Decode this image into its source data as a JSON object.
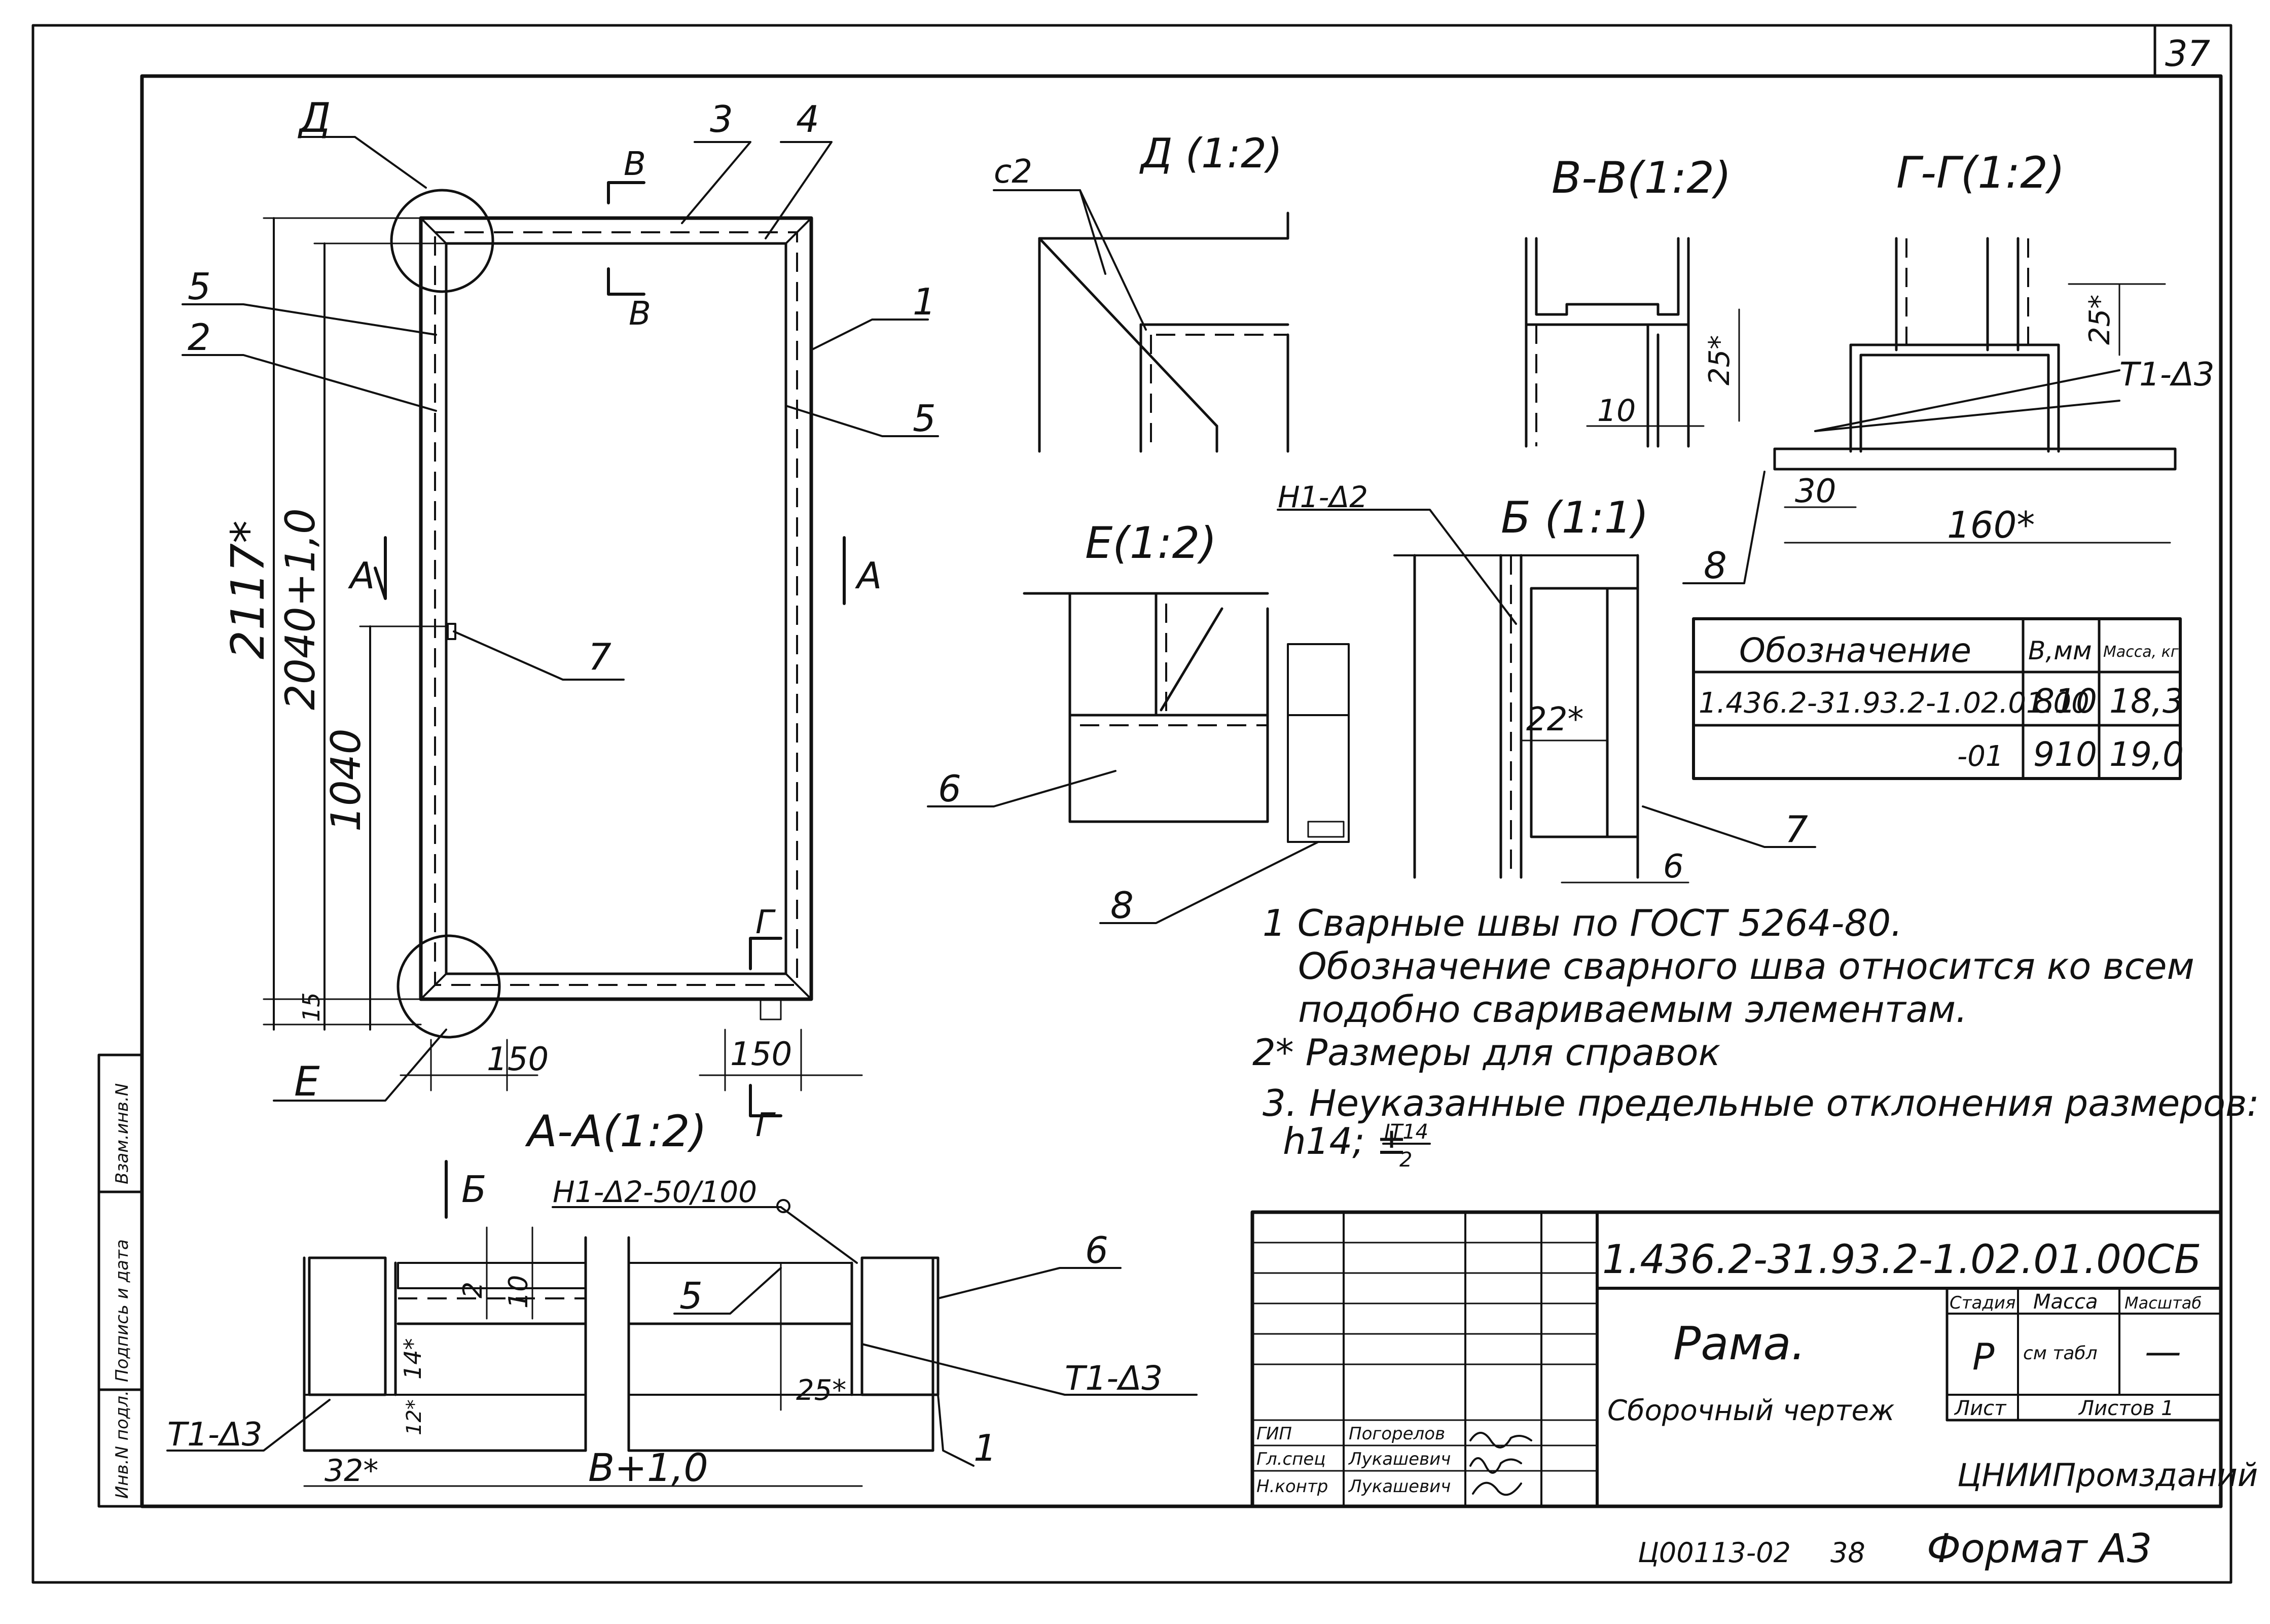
{
  "sheet_number": "37",
  "side_stamp": [
    "Инв.N подл.",
    "Подпись и дата",
    "Взам.инв.N"
  ],
  "main_view": {
    "labels": {
      "circle_top": "Д",
      "circle_bottom": "Е",
      "section_b_top": "В",
      "section_b_bottom": "В",
      "section_a_left": "А",
      "section_a_right": "А",
      "section_g_top": "Г",
      "section_g_bottom": "Г",
      "pos1": "1",
      "pos2": "2",
      "pos3": "3",
      "pos4": "4",
      "pos5a": "5",
      "pos5b": "5",
      "pos7": "7"
    },
    "dims": {
      "overall_height": "2117*",
      "inner_height": "2040+1,0",
      "mid_height": "1040",
      "foot": "15",
      "left_150": "150",
      "right_150": "150"
    }
  },
  "detail_d": {
    "title": "Д (1:2)",
    "weld": "c2"
  },
  "detail_vv": {
    "title": "В-В(1:2)",
    "dim_25": "25*",
    "dim_10": "10"
  },
  "detail_gg": {
    "title": "Г-Г(1:2)",
    "weld": "Т1-Δ3",
    "dim_25": "25*",
    "dim_30": "30",
    "dim_160": "160*",
    "pos8": "8"
  },
  "detail_e": {
    "title": "Е(1:2)",
    "pos6": "6",
    "pos8": "8"
  },
  "detail_b": {
    "title": "Б (1:1)",
    "weld": "Н1-Δ2",
    "dim_22": "22*",
    "dim_6": "6",
    "pos7": "7"
  },
  "section_aa": {
    "title": "А-А(1:2)",
    "arrow_b": "Б",
    "weld_top": "Н1-Δ2-50/100",
    "weld_right": "Т1-Δ3",
    "weld_left": "Т1-Δ3",
    "dim_2": "2",
    "dim_10": "10",
    "dim_14": "14*",
    "dim_12": "12*",
    "dim_25": "25*",
    "dim_32": "32*",
    "dim_b": "В+1,0",
    "pos5": "5",
    "pos6": "6",
    "pos1": "1"
  },
  "spec_table": {
    "headers": [
      "Обозначение",
      "В,мм",
      "Масса, кг"
    ],
    "rows": [
      [
        "1.436.2-31.93.2-1.02.01.00",
        "810",
        "18,3"
      ],
      [
        "-01",
        "910",
        "19,0"
      ]
    ]
  },
  "notes": [
    "1 Сварные швы по ГОСТ 5264-80.",
    "Обозначение сварного шва относится ко всем",
    "подобно свариваемым элементам.",
    "2* Размеры для справок",
    "3. Неуказанные предельные отклонения размеров:",
    "h14; ±",
    "IT14",
    "2"
  ],
  "title_block": {
    "code": "1.436.2-31.93.2-1.02.01.00СБ",
    "name": "Рама.",
    "doc_type": "Сборочный чертеж",
    "stage_header": "Стадия",
    "mass_header": "Масса",
    "scale_header": "Масштаб",
    "stage": "Р",
    "mass_value": "см табл",
    "scale_value": "—",
    "sheet_label": "Лист",
    "sheets_label": "Листов 1",
    "org": "ЦНИИПромзданий",
    "people": [
      [
        "ГИП",
        "Погорелов"
      ],
      [
        "Гл.спец",
        "Лукашевич"
      ],
      [
        "Н.контр",
        "Лукашевич"
      ]
    ]
  },
  "footer": {
    "archive": "Ц00113-02",
    "page": "38",
    "format": "Формат А3"
  }
}
